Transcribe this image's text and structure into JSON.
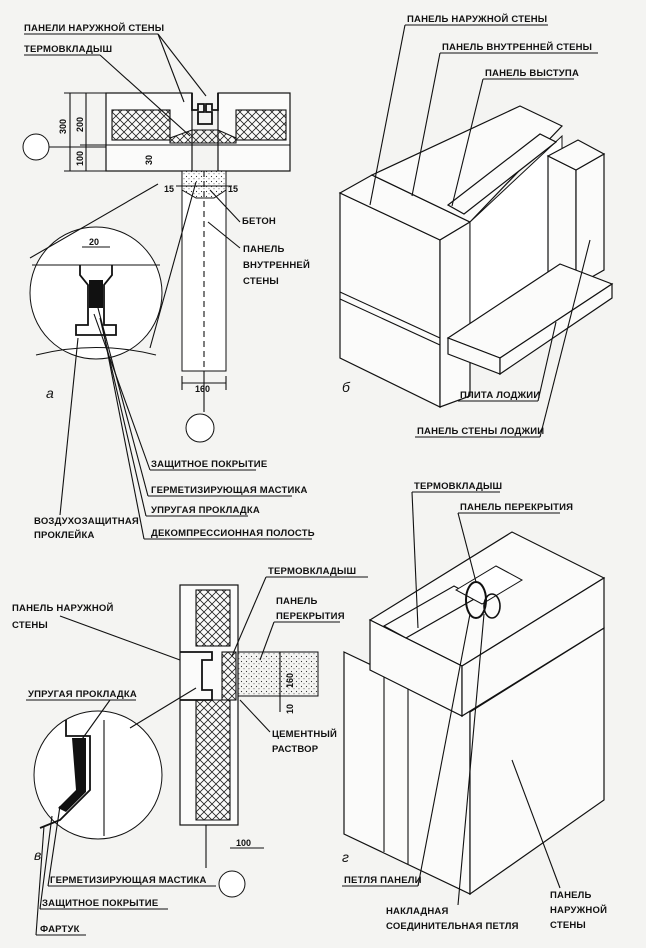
{
  "figure_a": {
    "letter": "а",
    "labels": {
      "outer_panels": "ПАНЕЛИ НАРУЖНОЙ СТЕНЫ",
      "thermal_insert": "ТЕРМОВКЛАДЫШ",
      "concrete": "БЕТОН",
      "inner_panel_1": "ПАНЕЛЬ",
      "inner_panel_2": "ВНУТРЕННЕЙ",
      "inner_panel_3": "СТЕНЫ",
      "protective_coating": "ЗАЩИТНОЕ ПОКРЫТИЕ",
      "sealing_mastic": "ГЕРМЕТИЗИРУЮЩАЯ МАСТИКА",
      "elastic_gasket": "УПРУГАЯ ПРОКЛАДКА",
      "decompression_cavity": "ДЕКОМПРЕССИОННАЯ ПОЛОСТЬ",
      "air_barrier_1": "ВОЗДУХОЗАЩИТНАЯ",
      "air_barrier_2": "ПРОКЛЕЙКА"
    },
    "dims": {
      "d300": "300",
      "d200": "200",
      "d100": "100",
      "d30": "30",
      "d15a": "15",
      "d15b": "15",
      "d20": "20",
      "d160": "160"
    }
  },
  "figure_b": {
    "letter": "б",
    "labels": {
      "outer_panel": "ПАНЕЛЬ НАРУЖНОЙ СТЕНЫ",
      "inner_panel": "ПАНЕЛЬ ВНУТРЕННЕЙ СТЕНЫ",
      "ledge_panel": "ПАНЕЛЬ ВЫСТУПА",
      "loggia_slab": "ПЛИТА ЛОДЖИИ",
      "loggia_wall": "ПАНЕЛЬ СТЕНЫ ЛОДЖИИ"
    }
  },
  "figure_v": {
    "letter": "в",
    "labels": {
      "outer_panel_1": "ПАНЕЛЬ НАРУЖНОЙ",
      "outer_panel_2": "СТЕНЫ",
      "thermal_insert": "ТЕРМОВКЛАДЫШ",
      "floor_panel_1": "ПАНЕЛЬ",
      "floor_panel_2": "ПЕРЕКРЫТИЯ",
      "elastic_gasket": "УПРУГАЯ ПРОКЛАДКА",
      "cement_1": "ЦЕМЕНТНЫЙ",
      "cement_2": "РАСТВОР",
      "sealing_mastic": "ГЕРМЕТИЗИРУЮЩАЯ МАСТИКА",
      "protective_coating": "ЗАЩИТНОЕ ПОКРЫТИЕ",
      "apron": "ФАРТУК"
    },
    "dims": {
      "d160": "160",
      "d10": "10",
      "d100": "100"
    }
  },
  "figure_g": {
    "letter": "г",
    "labels": {
      "thermal_insert": "ТЕРМОВКЛАДЫШ",
      "floor_panel": "ПАНЕЛЬ ПЕРЕКРЫТИЯ",
      "panel_loop": "ПЕТЛЯ ПАНЕЛИ",
      "overlay_1": "НАКЛАДНАЯ",
      "overlay_2": "СОЕДИНИТЕЛЬНАЯ ПЕТЛЯ",
      "outer_panel_1": "ПАНЕЛЬ",
      "outer_panel_2": "НАРУЖНОЙ",
      "outer_panel_3": "СТЕНЫ"
    }
  }
}
